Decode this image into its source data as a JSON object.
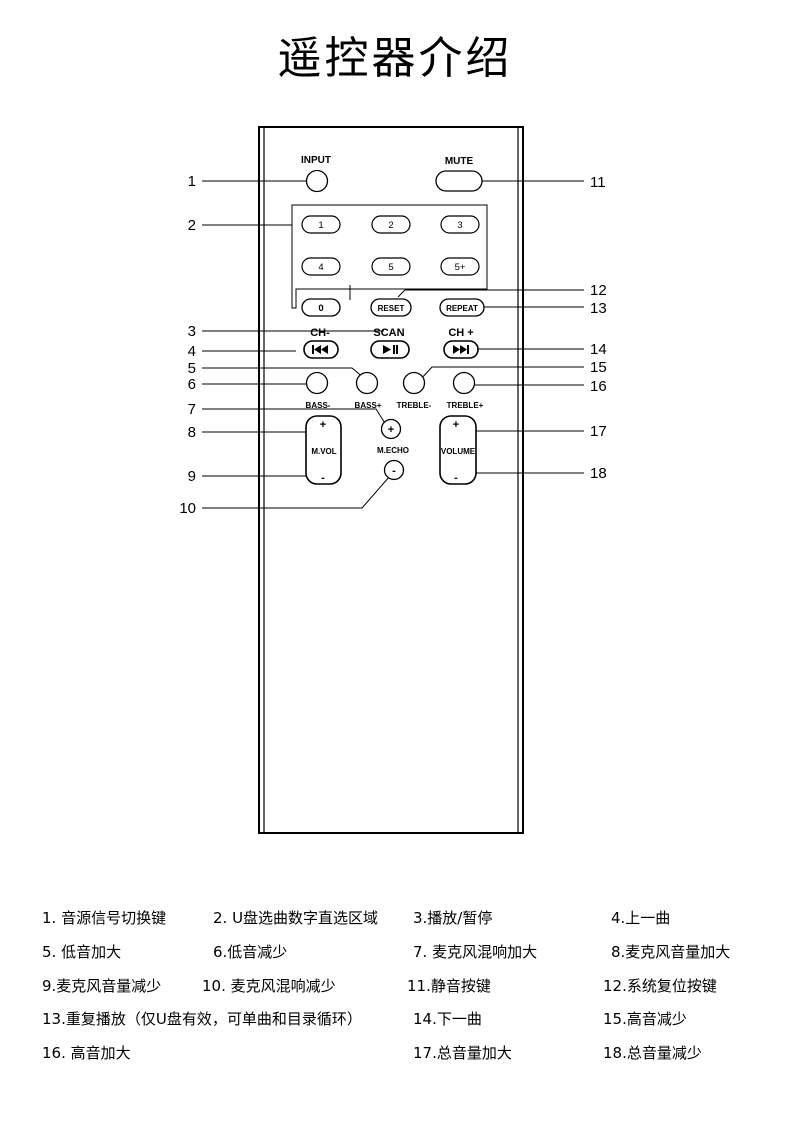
{
  "title": "遥控器介绍",
  "remote": {
    "input": "INPUT",
    "mute": "MUTE",
    "digits": [
      "1",
      "2",
      "3",
      "4",
      "5",
      "5+",
      "0"
    ],
    "reset": "RESET",
    "repeat": "REPEAT",
    "ch_minus": "CH-",
    "scan": "SCAN",
    "ch_plus": "CH +",
    "bass_minus": "BASS-",
    "bass_plus": "BASS+",
    "treble_minus": "TREBLE-",
    "treble_plus": "TREBLE+",
    "mvol": "M.VOL",
    "mecho": "M.ECHO",
    "volume": "VOLUME",
    "plus": "+",
    "minus": "-"
  },
  "callouts": [
    "1",
    "2",
    "3",
    "4",
    "5",
    "6",
    "7",
    "8",
    "9",
    "10",
    "11",
    "12",
    "13",
    "14",
    "15",
    "16",
    "17",
    "18"
  ],
  "legend": [
    "1. 音源信号切换键",
    "2. U盘选曲数字直选区域",
    "3.播放/暂停",
    "4.上一曲",
    "5. 低音加大",
    "6.低音减少",
    "7. 麦克风混响加大",
    "8.麦克风音量加大",
    "9.麦克风音量减少",
    "10. 麦克风混响减少",
    "11.静音按键",
    "12.系统复位按键",
    "13.重复播放（仅U盘有效，可单曲和目录循环）",
    "14.下一曲",
    "15.高音减少",
    "16. 高音加大",
    "17.总音量加大",
    "18.总音量减少"
  ]
}
